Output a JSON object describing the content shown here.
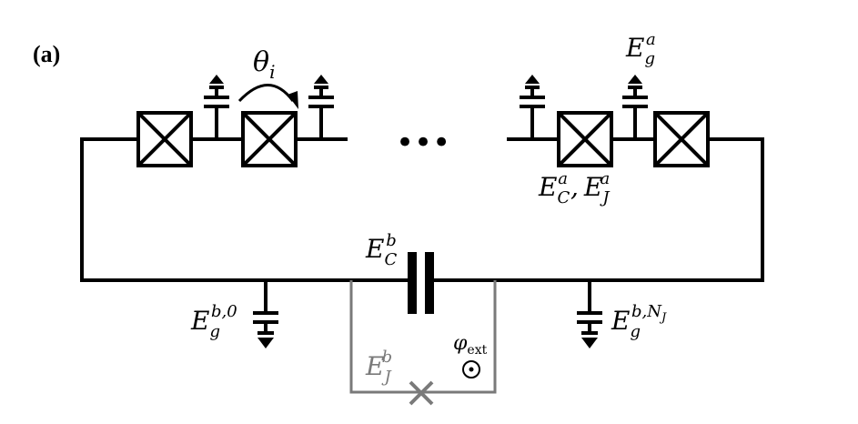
{
  "panel_label": "(a)",
  "labels": {
    "theta": "θ",
    "theta_sub": "i",
    "dots": "•••",
    "ega_base": "E",
    "ega_sub": "g",
    "ega_sup": "a",
    "ecj_part1_base": "E",
    "ecj_part1_sub": "C",
    "ecj_part1_sup": "a",
    "ecj_sep": ",",
    "ecj_part2_base": "E",
    "ecj_part2_sub": "J",
    "ecj_part2_sup": "a",
    "ecb_base": "E",
    "ecb_sub": "C",
    "ecb_sup": "b",
    "egb0_base": "E",
    "egb0_sub": "g",
    "egb0_sup": "b,0",
    "egbn_base": "E",
    "egbn_sub": "g",
    "egbn_sup": "b,N",
    "egbn_supsub": "J",
    "ejb_base": "E",
    "ejb_sub": "J",
    "ejb_sup": "b",
    "phi_base": "φ",
    "phi_sub": "ext",
    "flux_symbol": "⊙"
  },
  "colors": {
    "wire": "#000000",
    "branch": "#7a7a7a"
  }
}
